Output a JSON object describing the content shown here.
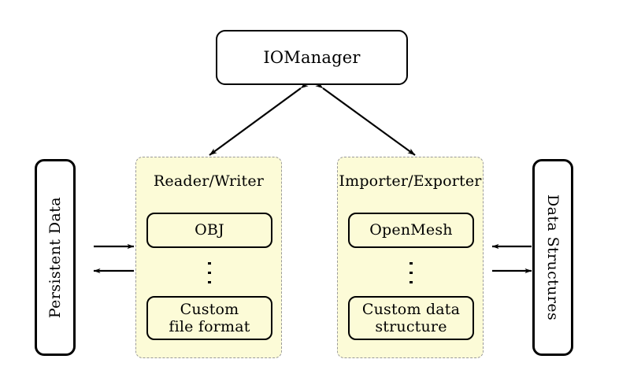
{
  "diagram": {
    "title_node": {
      "label": "IOManager"
    },
    "left_endpoint": {
      "label": "Persistent Data"
    },
    "right_endpoint": {
      "label": "Data Structures"
    },
    "panels": [
      {
        "name": "reader-writer",
        "title": "Reader/Writer",
        "items": [
          {
            "name": "obj",
            "line1": "OBJ",
            "line2": ""
          },
          {
            "name": "custom-file-format",
            "line1": "Custom",
            "line2": "file format"
          }
        ],
        "ellipsis": "⋮"
      },
      {
        "name": "importer-exporter",
        "title": "Importer/Exporter",
        "items": [
          {
            "name": "openmesh",
            "line1": "OpenMesh",
            "line2": ""
          },
          {
            "name": "custom-data-structure",
            "line1": "Custom data",
            "line2": "structure"
          }
        ],
        "ellipsis": "⋮"
      }
    ],
    "connectors": [
      {
        "name": "manager-to-reader-writer",
        "style": "double-headed-diagonal"
      },
      {
        "name": "manager-to-importer-exporter",
        "style": "double-headed-diagonal"
      },
      {
        "name": "persistent-data-to-reader-writer",
        "style": "single-arrow-right"
      },
      {
        "name": "reader-writer-to-persistent-data",
        "style": "single-arrow-left"
      },
      {
        "name": "data-structures-to-importer-exporter",
        "style": "single-arrow-left"
      },
      {
        "name": "importer-exporter-to-data-structures",
        "style": "single-arrow-right"
      }
    ],
    "colors": {
      "panel_fill": "#FCFBD7",
      "panel_border": "#9A9A9A",
      "node_border": "#000000",
      "node_fill_white": "#FFFFFF",
      "background": "#FFFFFF"
    }
  }
}
